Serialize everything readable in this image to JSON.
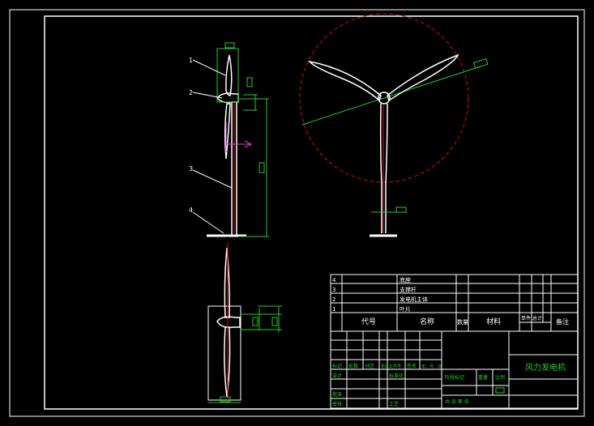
{
  "drawing": {
    "title": "风力发电机",
    "callouts": [
      "1",
      "2",
      "3",
      "4"
    ]
  },
  "parts_list": {
    "header": {
      "code_label": "代号",
      "name_label": "名称",
      "qty_label": "数量",
      "material_label": "材料",
      "note_label": "备注",
      "weight_label": "单件",
      "total_label": "总计"
    },
    "rows": [
      {
        "no": "4",
        "name": "底座"
      },
      {
        "no": "3",
        "name": "支撑杆"
      },
      {
        "no": "2",
        "name": "发电机主体"
      },
      {
        "no": "1",
        "name": "叶片"
      }
    ]
  },
  "title_block": {
    "labels": [
      "标记",
      "处数",
      "分区",
      "更改文件号",
      "签名",
      "年、月、日"
    ],
    "design_label": "设计",
    "standard_label": "标准化",
    "stage_label": "阶段标记",
    "weight_label": "重量",
    "scale_label": "比例",
    "review_label": "审核",
    "process_label": "工艺",
    "approve_label": "批准",
    "sheet_label": "共  张  第  张"
  },
  "colors": {
    "background": "#000000",
    "outline": "#ffffff",
    "dimension": "#22cc22",
    "rotor_circle": "#cc1111",
    "magenta": "#cc44cc"
  }
}
